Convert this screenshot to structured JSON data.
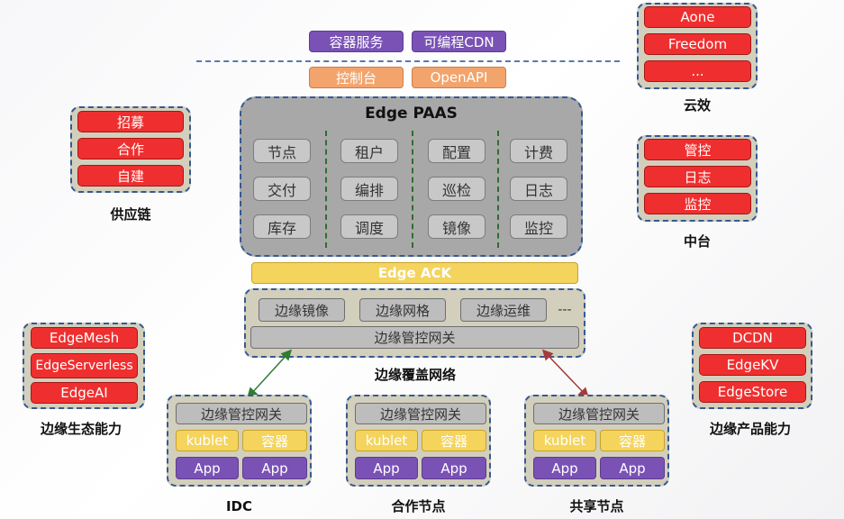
{
  "top": {
    "services": [
      "容器服务",
      "可编程CDN"
    ],
    "consoles": [
      "控制台",
      "OpenAPI"
    ]
  },
  "paas": {
    "title": "Edge PAAS",
    "columns": [
      [
        "节点",
        "交付",
        "库存"
      ],
      [
        "租户",
        "编排",
        "调度"
      ],
      [
        "配置",
        "巡检",
        "镜像"
      ],
      [
        "计费",
        "日志",
        "监控"
      ]
    ]
  },
  "ack": "Edge ACK",
  "overlay": {
    "items": [
      "边缘镜像",
      "边缘网格",
      "边缘运维"
    ],
    "more": "---",
    "gateway": "边缘管控网关",
    "label": "边缘覆盖网络"
  },
  "cloud": {
    "items": [
      "Aone",
      "Freedom",
      "..."
    ],
    "label": "云效"
  },
  "middle": {
    "items": [
      "管控",
      "日志",
      "监控"
    ],
    "label": "中台"
  },
  "supply": {
    "items": [
      "招募",
      "合作",
      "自建"
    ],
    "label": "供应链"
  },
  "eco": {
    "items": [
      "EdgeMesh",
      "EdgeServerless",
      "EdgeAI"
    ],
    "label": "边缘生态能力"
  },
  "product": {
    "items": [
      "DCDN",
      "EdgeKV",
      "EdgeStore"
    ],
    "label": "边缘产品能力"
  },
  "nodes": [
    {
      "gateway": "边缘管控网关",
      "kubelet": "kublet",
      "container": "容器",
      "apps": [
        "App",
        "App"
      ],
      "label": "IDC"
    },
    {
      "gateway": "边缘管控网关",
      "kubelet": "kublet",
      "container": "容器",
      "apps": [
        "App",
        "App"
      ],
      "label": "合作节点"
    },
    {
      "gateway": "边缘管控网关",
      "kubelet": "kublet",
      "container": "容器",
      "apps": [
        "App",
        "App"
      ],
      "label": "共享节点"
    }
  ],
  "colors": {
    "purple": "#7a52b5",
    "orange": "#f2a46c",
    "red": "#ef2f2f",
    "gray": "#c8c8c8",
    "yellow": "#f4d45d",
    "sand": "#d3cfbd",
    "border": "#355a92",
    "arrow_green": "#2e7d32",
    "arrow_red": "#a63a3a"
  }
}
